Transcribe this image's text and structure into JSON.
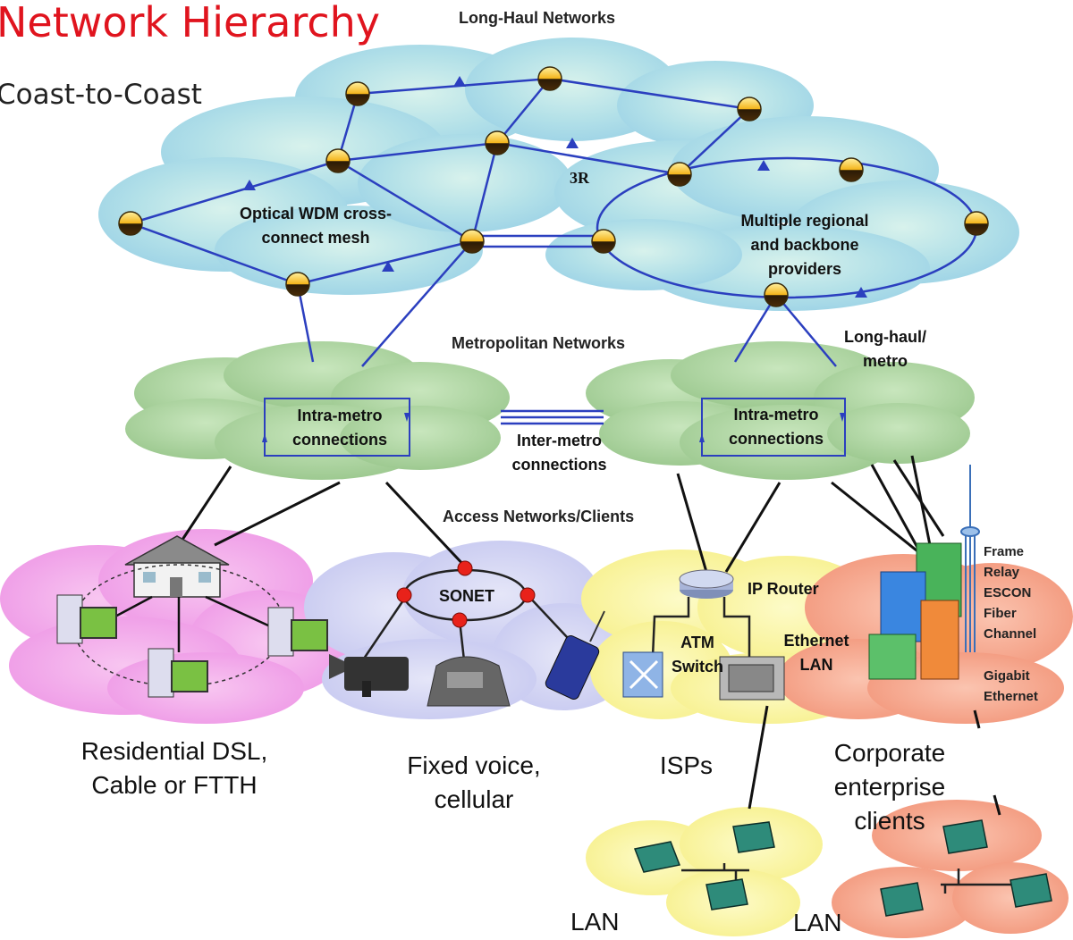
{
  "header": {
    "title": "Network Hierarchy",
    "subtitle": "Coast-to-Coast"
  },
  "sections": {
    "long_haul": "Long-Haul Networks",
    "metro": "Metropolitan Networks",
    "access": "Access Networks/Clients"
  },
  "labels": {
    "wdm_line1": "Optical WDM cross-",
    "wdm_line2": "connect mesh",
    "regen": "3R",
    "regional_line1": "Multiple regional",
    "regional_line2": "and backbone",
    "regional_line3": "providers",
    "longhaul_metro_line1": "Long-haul/",
    "longhaul_metro_line2": "metro",
    "intra_left_line1": "Intra-metro",
    "intra_left_line2": "connections",
    "intra_right_line1": "Intra-metro",
    "intra_right_line2": "connections",
    "inter_line1": "Inter-metro",
    "inter_line2": "connections",
    "sonet": "SONET",
    "ip_router": "IP Router",
    "atm_line1": "ATM",
    "atm_line2": "Switch",
    "ethernet_line1": "Ethernet",
    "ethernet_line2": "LAN",
    "frame": "Frame",
    "relay": "Relay",
    "escon": "ESCON",
    "fiber": "Fiber",
    "channel": "Channel",
    "gigabit": "Gigabit",
    "ethernet": "Ethernet"
  },
  "captions": {
    "residential_line1": "Residential DSL,",
    "residential_line2": "Cable or FTTH",
    "fixed_line1": "Fixed voice,",
    "fixed_line2": "cellular",
    "isps": "ISPs",
    "corporate_line1": "Corporate",
    "corporate_line2": "enterprise",
    "corporate_line3": "clients",
    "lan_left": "LAN",
    "lan_right": "LAN"
  },
  "colors": {
    "title": "#e0141e",
    "link": "#2b3fbf",
    "long_haul_cloud": "#a9dde8",
    "metro_cloud": "#a6cf9a",
    "residential_cloud": "#f3a7ec",
    "voice_cloud": "#d4d6f4",
    "isp_cloud": "#fbf7a4",
    "corporate_cloud": "#f6a58a",
    "sonet_node": "#e8221a"
  }
}
